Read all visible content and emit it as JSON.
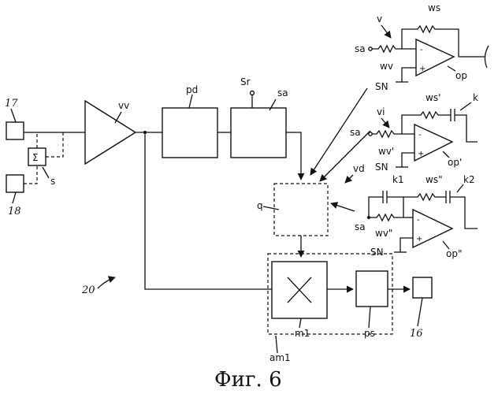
{
  "labels": {
    "n17": "17",
    "n18": "18",
    "sigma": "Σ",
    "s": "s",
    "vv": "vv",
    "pd": "pd",
    "sr": "Sr",
    "sa_block": "sa",
    "q": "q",
    "n20": "20",
    "m1": "m1",
    "ps": "ps",
    "n16": "16",
    "am1": "am1",
    "v": "v",
    "ws": "ws",
    "sa_v": "sa",
    "wv": "wv",
    "op": "op",
    "sn_v": "SN",
    "vi": "vi",
    "ws1": "ws'",
    "k": "k",
    "sa_vi": "sa",
    "wv1": "wv'",
    "op1": "op'",
    "sn_vi": "SN",
    "vd": "vd",
    "k1": "k1",
    "ws2": "ws\"",
    "k2": "k2",
    "sa_vd": "sa",
    "wv2": "wv\"",
    "op2": "op\"",
    "sn_vd": "SN",
    "minus": "-",
    "plus": "+"
  },
  "caption": "Фиг. 6"
}
